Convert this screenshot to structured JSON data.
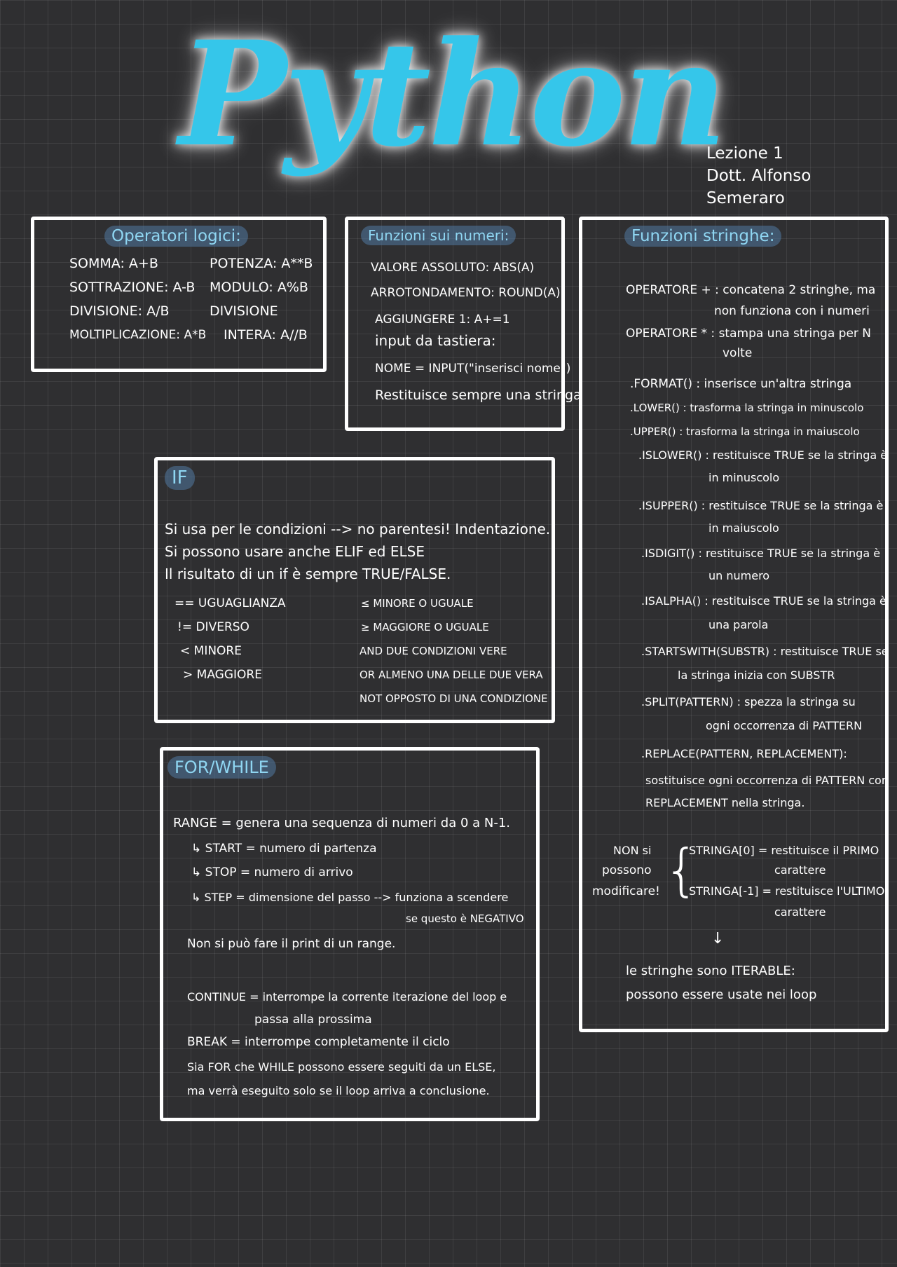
{
  "header": {
    "title": "Python",
    "lesson": "Lezione 1",
    "author": "Dott. Alfonso Semeraro"
  },
  "logici": {
    "heading": "Operatori logici:",
    "left": [
      "SOMMA: A+B",
      "SOTTRAZIONE: A-B",
      "DIVISIONE: A/B",
      "MOLTIPLICAZIONE: A*B"
    ],
    "right": [
      "POTENZA: A**B",
      "MODULO: A%B",
      "DIVISIONE",
      "INTERA: A//B"
    ]
  },
  "numeri": {
    "heading": "Funzioni sui numeri:",
    "lines": [
      "VALORE ASSOLUTO: ABS(A)",
      "ARROTONDAMENTO: ROUND(A)",
      "AGGIUNGERE 1: A+=1",
      "input da tastiera:",
      "NOME = INPUT(\"inserisci nome\")",
      "Restituisce sempre una stringa"
    ]
  },
  "stringhe": {
    "heading": "Funzioni stringhe:",
    "lines": [
      "OPERATORE + : concatena 2 stringhe, ma",
      "non funziona con i numeri",
      "OPERATORE * : stampa una stringa per N",
      "volte",
      ".FORMAT() : inserisce un'altra stringa",
      ".LOWER() : trasforma la stringa in minuscolo",
      ".UPPER() : trasforma la stringa in maiuscolo",
      ".ISLOWER() : restituisce TRUE se la stringa è",
      "in minuscolo",
      ".ISUPPER() : restituisce TRUE se la stringa è",
      "in maiuscolo",
      ".ISDIGIT() : restituisce TRUE se la stringa è",
      "un numero",
      ".ISALPHA() : restituisce TRUE se la stringa è",
      "una parola",
      ".STARTSWITH(SUBSTR) : restituisce TRUE se",
      "la stringa inizia con SUBSTR",
      ".SPLIT(PATTERN) : spezza la stringa su",
      "ogni occorrenza di PATTERN",
      ".REPLACE(PATTERN, REPLACEMENT):",
      "sostituisce ogni occorrenza di PATTERN con",
      "REPLACEMENT nella stringa."
    ],
    "side_note": [
      "NON si",
      "possono",
      "modificare!"
    ],
    "index_lines": [
      "STRINGA[0] = restituisce il PRIMO",
      "carattere",
      "STRINGA[-1] = restituisce l'ULTIMO",
      "carattere"
    ],
    "arrow": "↓",
    "footer": [
      "le stringhe sono ITERABLE:",
      "possono essere usate nei loop"
    ]
  },
  "if_box": {
    "heading": "IF",
    "lines": [
      "Si usa per le condizioni --> no parentesi! Indentazione.",
      "Si possono usare anche ELIF ed ELSE",
      "Il risultato di un if è sempre TRUE/FALSE."
    ],
    "left_ops": [
      "== UGUAGLIANZA",
      "!= DIVERSO",
      "< MINORE",
      "> MAGGIORE"
    ],
    "right_ops": [
      "≤ MINORE O UGUALE",
      "≥ MAGGIORE O UGUALE",
      "AND DUE CONDIZIONI VERE",
      "OR ALMENO UNA DELLE DUE VERA",
      "NOT OPPOSTO DI UNA CONDIZIONE"
    ]
  },
  "for_box": {
    "heading": "FOR/WHILE",
    "lines": [
      "RANGE = genera una sequenza di numeri da 0 a N-1.",
      "↳ START = numero di partenza",
      "↳ STOP = numero di arrivo",
      "↳ STEP = dimensione del passo --> funziona a scendere",
      "se questo è NEGATIVO",
      "Non si può fare il print di un range.",
      "CONTINUE = interrompe la corrente iterazione del loop e",
      "passa alla prossima",
      "BREAK = interrompe completamente il ciclo",
      "Sia FOR che WHILE possono essere seguiti da un ELSE,",
      "ma verrà eseguito solo se il loop arriva a conclusione."
    ]
  }
}
